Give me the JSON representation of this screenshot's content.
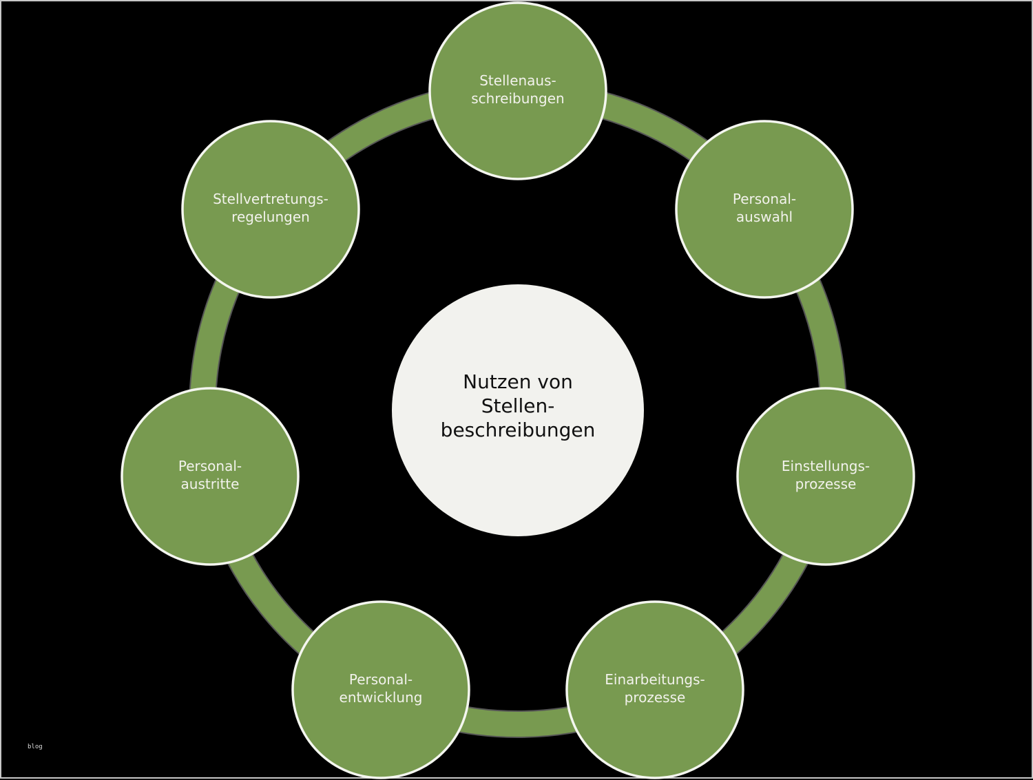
{
  "diagram": {
    "type": "cycle",
    "center": {
      "lines": [
        "Nutzen von",
        "Stellen-",
        "beschreibungen"
      ],
      "fill": "#f2f2ee",
      "text_color": "#111111"
    },
    "nodes": [
      {
        "id": "stellenausschreibungen",
        "lines": [
          "Stellenaus-",
          "schreibungen"
        ]
      },
      {
        "id": "personalauswahl",
        "lines": [
          "Personal-",
          "auswahl"
        ]
      },
      {
        "id": "einstellungsprozesse",
        "lines": [
          "Einstellungs-",
          "prozesse"
        ]
      },
      {
        "id": "einarbeitungsprozesse",
        "lines": [
          "Einarbeitungs-",
          "prozesse"
        ]
      },
      {
        "id": "personalentwicklung",
        "lines": [
          "Personal-",
          "entwicklung"
        ]
      },
      {
        "id": "personalaustritte",
        "lines": [
          "Personal-",
          "austritte"
        ]
      },
      {
        "id": "stellvertretungsregelungen",
        "lines": [
          "Stellvertretungs-",
          "regelungen"
        ]
      }
    ],
    "colors": {
      "node_fill": "#789a50",
      "node_stroke": "#f4f6ef",
      "ring_fill": "#789a50",
      "ring_outline": "#555555",
      "background": "#000000",
      "node_text": "#f2f2ec"
    }
  },
  "watermark": "blog"
}
